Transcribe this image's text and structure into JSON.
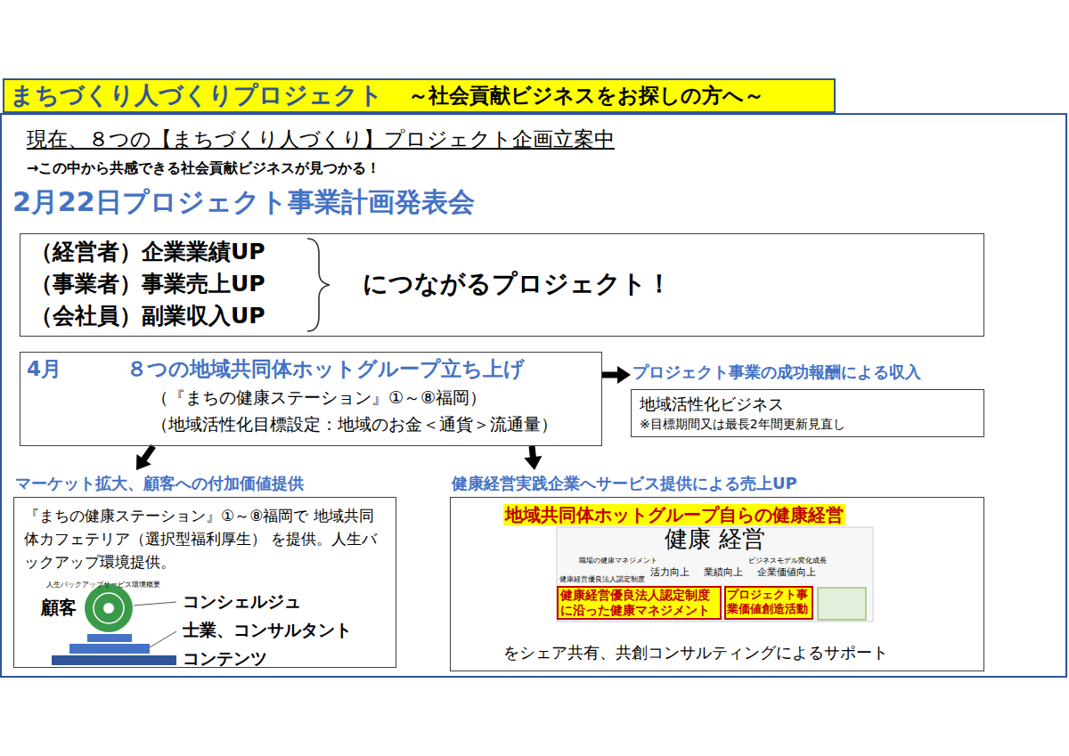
{
  "diagram": {
    "nodes": [
      {
        "text": [
          "まちづくり人づくりプロジェクト",
          "～社会貢献ビジネスをお探しの方へ～"
        ]
      },
      {
        "text": [
          "現在、８つの【まちづくり人づくり】プロジェクト企画立案中",
          "→この中から共感できる社会貢献ビジネスが見つかる！",
          "2月22日プロジェクト事業計画発表会"
        ]
      },
      {
        "text": [
          "（経営者）企業業績UP",
          "（事業者）事業売上UP",
          "（会社員）副業収入UP",
          "につながるプロジェクト！"
        ],
        "in": 1
      },
      {
        "text": [
          "4月",
          "８つの地域共同体ホットグループ立ち上げ",
          "（『まちの健康ステーション』①～⑧福岡）",
          "（地域活性化目標設定：地域のお金＜通貨＞流通量）"
        ],
        "in": 1
      },
      {
        "text": [
          "プロジェクト事業の成功報酬による収入",
          "地域活性化ビジネス",
          "※目標期間又は最長2年間更新見直し"
        ],
        "in": 1
      },
      {
        "text": [
          "マーケット拡大、顧客への付加価値提供",
          "『まちの健康ステーション』①～⑧福岡で 地域共同体カフェテリア（選択型福利厚生） を提供。人生バックアップ環境提供。"
        ],
        "in": 1
      },
      {
        "text": [
          "健康経営実践企業へサービス提供による売上UP",
          "地域共同体ホットグループ自らの健康経営",
          "をシェア共有、共創コンサルティングによるサポート"
        ],
        "in": 1
      },
      {
        "text": [
          "健康 経営"
        ],
        "in": 6
      },
      {
        "text": [
          "健康経営優良法人認定制度に沿った健康マネジメント"
        ],
        "in": 7
      },
      {
        "text": [
          "プロジェクト事業価値創造活動"
        ],
        "in": 7
      }
    ],
    "edges": [
      {
        "from": 3,
        "to": 4,
        "arrow": "to"
      },
      {
        "from": 3,
        "to": 5,
        "arrow": "to"
      },
      {
        "from": 3,
        "to": 6,
        "arrow": "to"
      }
    ],
    "labels": [
      "人生バックアップサービス環境概要",
      "顧客",
      "コンシェルジュ",
      "士業、コンサルタント",
      "コンテンツ",
      "職場の健康マネジメント",
      "ビジネスモデル変化成長",
      "活力向上",
      "業績向上",
      "企業価値向上",
      "健康経営優良法人認定制度"
    ]
  }
}
